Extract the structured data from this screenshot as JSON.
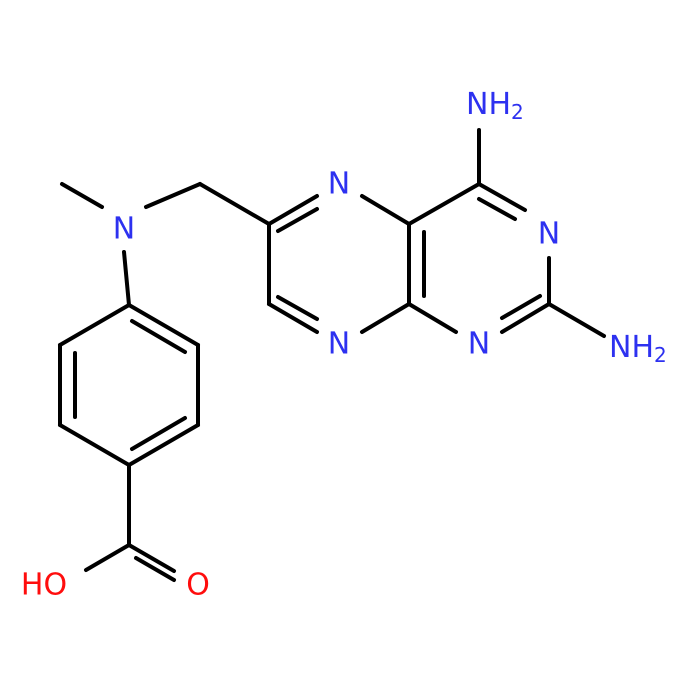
{
  "molecule": {
    "colors": {
      "bond": "#000000",
      "nitrogen": "#2d31f0",
      "oxygen": "#ff0d0d",
      "background": "#ffffff"
    },
    "labels": {
      "n_methyl": "N",
      "n_pz_top": "N",
      "n_pz_bottom": "N",
      "n_pm_top": "N",
      "n_pm_bottom": "N",
      "nh2_top_main": "NH",
      "nh2_top_sub": "2",
      "nh2_right_main": "NH",
      "nh2_right_sub": "2",
      "hydroxyl": "HO",
      "carbonyl_o": "O"
    }
  }
}
